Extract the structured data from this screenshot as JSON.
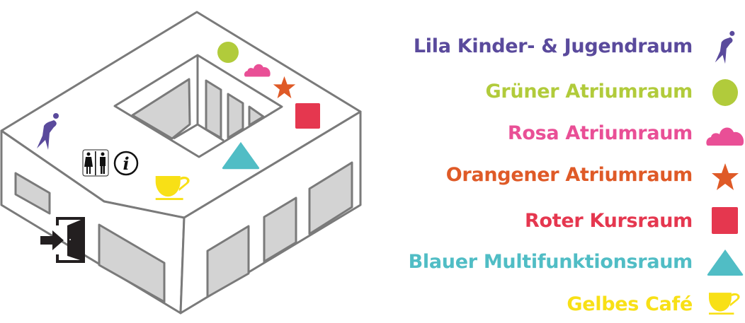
{
  "colors": {
    "purple": "#5a4a9c",
    "green": "#b1cb3b",
    "pink": "#e94f96",
    "orange": "#df5a27",
    "red": "#e5374f",
    "teal": "#50bdc5",
    "yellow": "#f8e016",
    "outline": "#7a7a7a",
    "window": "#d3d3d3"
  },
  "legend": [
    {
      "label": "Lila Kinder- & Jugendraum",
      "icon": "person-jumping-icon",
      "color": "#5a4a9c"
    },
    {
      "label": "Grüner Atriumraum",
      "icon": "circle-icon",
      "color": "#b1cb3b"
    },
    {
      "label": "Rosa Atriumraum",
      "icon": "cloud-icon",
      "color": "#e94f96"
    },
    {
      "label": "Orangener Atriumraum",
      "icon": "star-icon",
      "color": "#df5a27"
    },
    {
      "label": "Roter Kursraum",
      "icon": "square-icon",
      "color": "#e5374f"
    },
    {
      "label": "Blauer Multifunktionsraum",
      "icon": "triangle-icon",
      "color": "#50bdc5"
    },
    {
      "label": "Gelbes Café",
      "icon": "cup-icon",
      "color": "#f8e016"
    }
  ],
  "building_icons": [
    "restroom-icon",
    "info-icon",
    "entrance-icon"
  ]
}
